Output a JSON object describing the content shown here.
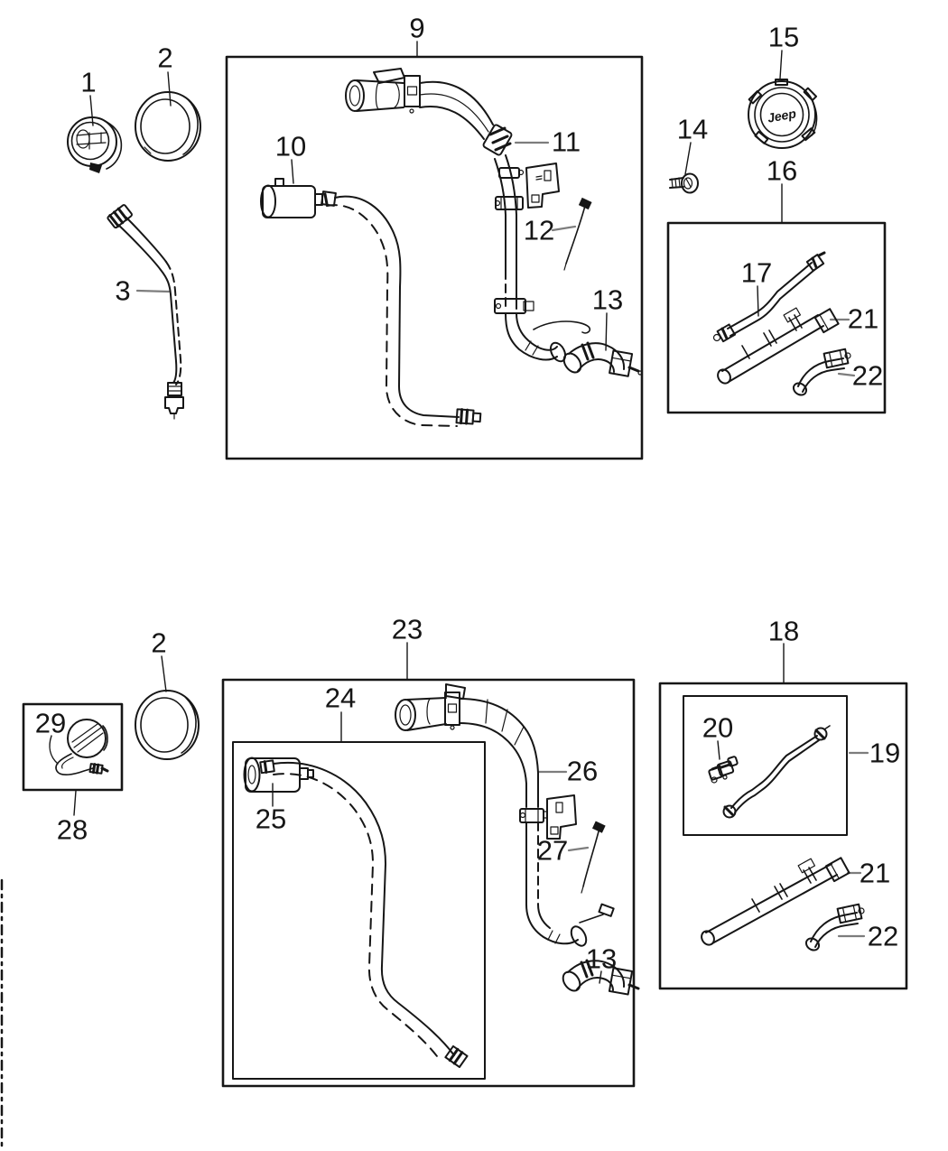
{
  "colors": {
    "background": "#ffffff",
    "ink": "#161616",
    "leader_gray": "#7d7d7d"
  },
  "branding": {
    "cap_logo_text": "Jeep"
  },
  "callouts": {
    "c1": "1",
    "c2_top": "2",
    "c3": "3",
    "c9": "9",
    "c10": "10",
    "c11": "11",
    "c12": "12",
    "c13_top": "13",
    "c14": "14",
    "c15": "15",
    "c16": "16",
    "c17": "17",
    "c21_top": "21",
    "c22_top": "22",
    "c2_bottom": "2",
    "c29": "29",
    "c28": "28",
    "c23": "23",
    "c24": "24",
    "c25": "25",
    "c26": "26",
    "c27": "27",
    "c13_bottom": "13",
    "c18": "18",
    "c20": "20",
    "c19": "19",
    "c21_bottom": "21",
    "c22_bottom": "22"
  }
}
